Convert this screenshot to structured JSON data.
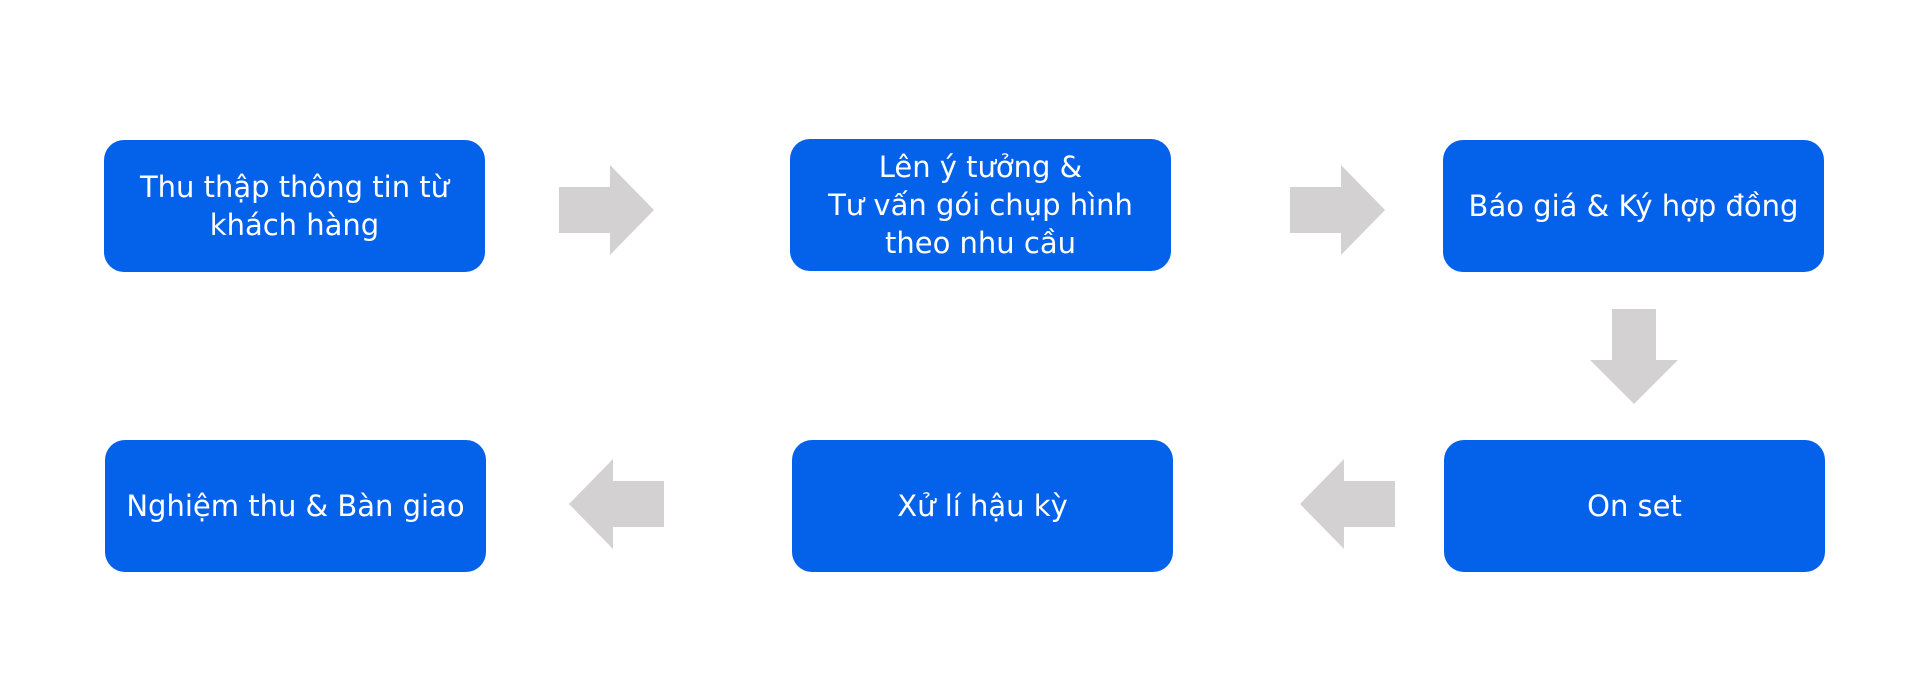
{
  "colors": {
    "step_fill": "#0461EA",
    "step_text": "#FFFFFF",
    "arrow": "#D3D1D2",
    "background": "#FFFFFF"
  },
  "steps": [
    {
      "label": "Thu thập thông tin từ\nkhách hàng"
    },
    {
      "label": "Lên ý tưởng &\nTư vấn gói chụp hình\ntheo nhu cầu"
    },
    {
      "label": "Báo giá & Ký hợp đồng"
    },
    {
      "label": "On set"
    },
    {
      "label": "Xử lí hậu kỳ"
    },
    {
      "label": "Nghiệm thu & Bàn giao"
    }
  ],
  "connectors": [
    {
      "from": 1,
      "to": 2,
      "direction": "right"
    },
    {
      "from": 2,
      "to": 3,
      "direction": "right"
    },
    {
      "from": 3,
      "to": 4,
      "direction": "down"
    },
    {
      "from": 4,
      "to": 5,
      "direction": "left"
    },
    {
      "from": 5,
      "to": 6,
      "direction": "left"
    }
  ]
}
